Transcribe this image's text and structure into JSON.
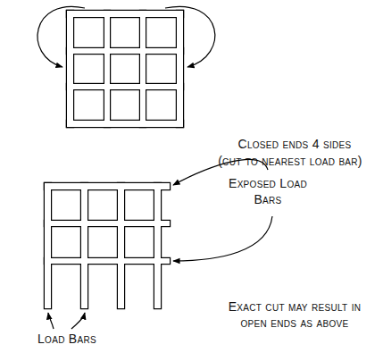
{
  "diagram": {
    "labels": [
      "Closed ends 4 sides",
      "(cut to nearest load bar)",
      "Exposed Load Bars",
      "Exact cut may result in open ends as above",
      "Load Bars"
    ]
  }
}
